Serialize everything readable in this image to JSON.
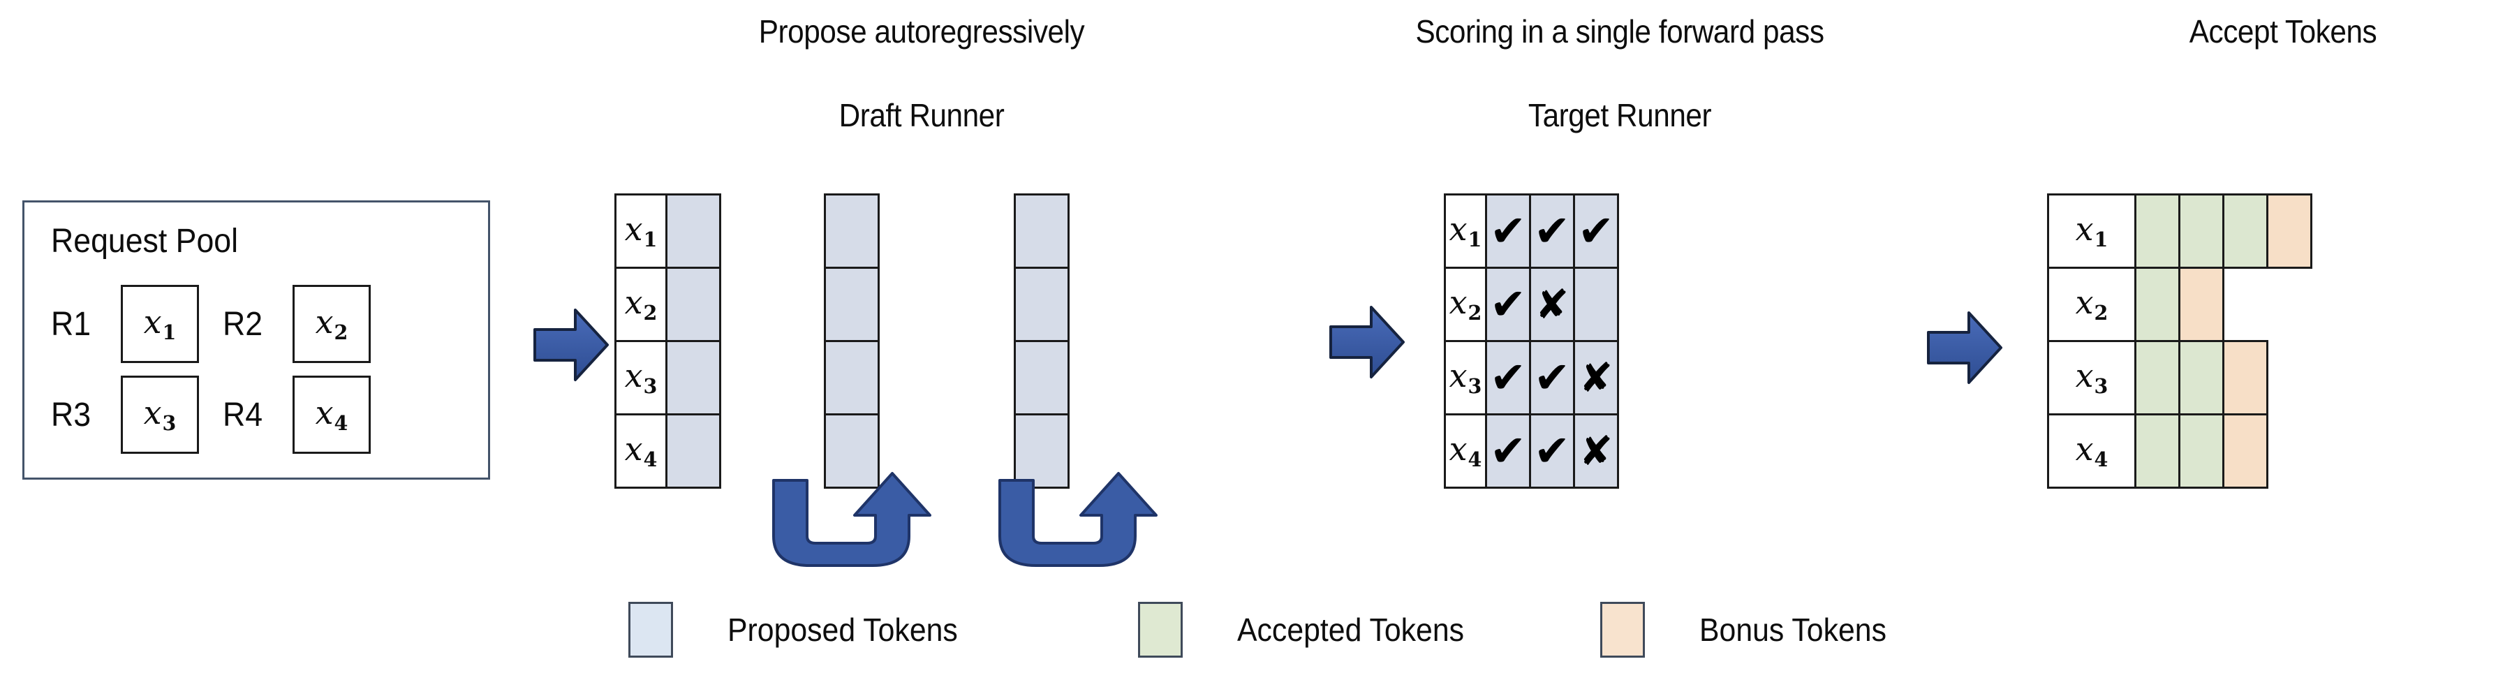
{
  "headings": {
    "propose": "Propose autoregressively",
    "draft_runner": "Draft Runner",
    "scoring": "Scoring in a single forward pass",
    "target_runner": "Target Runner",
    "accept": "Accept Tokens"
  },
  "request_pool": {
    "title": "Request Pool",
    "rows": [
      [
        {
          "label": "R1",
          "token": "x",
          "sub": "1"
        },
        {
          "label": "R2",
          "token": "x",
          "sub": "2"
        }
      ],
      [
        {
          "label": "R3",
          "token": "x",
          "sub": "3"
        },
        {
          "label": "R4",
          "token": "x",
          "sub": "4"
        }
      ]
    ]
  },
  "row_labels": [
    {
      "token": "x",
      "sub": "1"
    },
    {
      "token": "x",
      "sub": "2"
    },
    {
      "token": "x",
      "sub": "3"
    },
    {
      "token": "x",
      "sub": "4"
    }
  ],
  "draft_runner": {
    "step_count": 3,
    "row_count": 4,
    "cell_kind": "proposed",
    "recurrence_arrow_count": 2
  },
  "target_runner": {
    "columns": 3,
    "marks": [
      [
        "check",
        "check",
        "check"
      ],
      [
        "check",
        "cross",
        ""
      ],
      [
        "check",
        "check",
        "cross"
      ],
      [
        "check",
        "check",
        "cross"
      ]
    ],
    "glyphs": {
      "check": "✔",
      "cross": "✘"
    }
  },
  "accept_tokens": {
    "rows": [
      [
        "accepted",
        "accepted",
        "accepted",
        "bonus"
      ],
      [
        "accepted",
        "bonus",
        "blank",
        "blank"
      ],
      [
        "accepted",
        "accepted",
        "bonus",
        "blank"
      ],
      [
        "accepted",
        "accepted",
        "bonus",
        "blank"
      ]
    ]
  },
  "legend": [
    {
      "kind": "proposed",
      "label": "Proposed Tokens",
      "color": "#dce6f2"
    },
    {
      "kind": "accepted",
      "label": "Accepted Tokens",
      "color": "#dfe9d2"
    },
    {
      "kind": "bonus",
      "label": "Bonus Tokens",
      "color": "#f8e3ce"
    }
  ],
  "colors": {
    "proposed": "#d6dce8",
    "accepted": "#dce7d0",
    "bonus": "#f7dfc7",
    "arrow_blue": "#3c5ca8",
    "outline": "#1a1a1a",
    "pool_border": "#44546a"
  },
  "flow_arrows": {
    "count": 3,
    "icon": "right-block-arrow"
  }
}
